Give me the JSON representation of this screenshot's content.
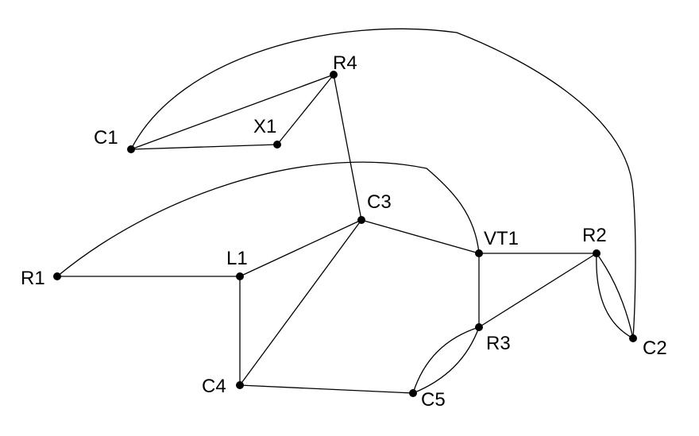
{
  "colors": {
    "background": "#ffffff",
    "ink": "#000000"
  },
  "nodes": [
    {
      "id": "R4",
      "label": "R4"
    },
    {
      "id": "C1",
      "label": "C1"
    },
    {
      "id": "X1",
      "label": "X1"
    },
    {
      "id": "C3",
      "label": "C3"
    },
    {
      "id": "VT1",
      "label": "VT1"
    },
    {
      "id": "R2",
      "label": "R2"
    },
    {
      "id": "R1",
      "label": "R1"
    },
    {
      "id": "L1",
      "label": "L1"
    },
    {
      "id": "R3",
      "label": "R3"
    },
    {
      "id": "C2",
      "label": "C2"
    },
    {
      "id": "C4",
      "label": "C4"
    },
    {
      "id": "C5",
      "label": "C5"
    }
  ],
  "edges": [
    {
      "from": "C1",
      "to": "R4"
    },
    {
      "from": "C1",
      "to": "X1"
    },
    {
      "from": "X1",
      "to": "R4"
    },
    {
      "from": "R4",
      "to": "C3"
    },
    {
      "from": "C1",
      "to": "C2"
    },
    {
      "from": "R1",
      "to": "VT1"
    },
    {
      "from": "R1",
      "to": "L1"
    },
    {
      "from": "L1",
      "to": "C3"
    },
    {
      "from": "L1",
      "to": "C4"
    },
    {
      "from": "C3",
      "to": "C4"
    },
    {
      "from": "C3",
      "to": "VT1"
    },
    {
      "from": "VT1",
      "to": "R2"
    },
    {
      "from": "VT1",
      "to": "R3"
    },
    {
      "from": "R3",
      "to": "R2"
    },
    {
      "from": "R2",
      "to": "C2"
    },
    {
      "from": "R2",
      "to": "C2"
    },
    {
      "from": "C4",
      "to": "C5"
    },
    {
      "from": "C5",
      "to": "R3"
    },
    {
      "from": "C5",
      "to": "R3"
    }
  ]
}
